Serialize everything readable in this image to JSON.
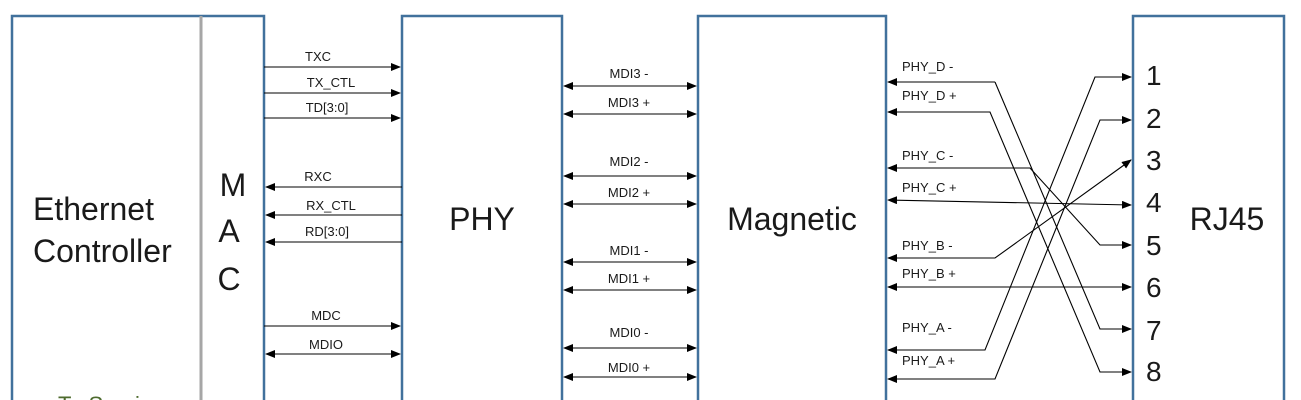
{
  "blocks": {
    "controller_line1": "Ethernet",
    "controller_line2": "Controller",
    "controller_bottom_partial": "Tx Spori",
    "mac": [
      "M",
      "A",
      "C"
    ],
    "phy": "PHY",
    "magnetic": "Magnetic",
    "rj45": "RJ45"
  },
  "mac_phy_signals": {
    "tx": [
      "TXC",
      "TX_CTL",
      "TD[3:0]"
    ],
    "rx": [
      "RXC",
      "RX_CTL",
      "RD[3:0]"
    ],
    "mgmt": [
      "MDC",
      "MDIO"
    ]
  },
  "phy_magnetic_signals": [
    "MDI3 -",
    "MDI3 +",
    "MDI2 -",
    "MDI2 +",
    "MDI1 -",
    "MDI1 +",
    "MDI0 -",
    "MDI0 +"
  ],
  "magnetic_rj45_signals": [
    "PHY_D -",
    "PHY_D +",
    "PHY_C -",
    "PHY_C +",
    "PHY_B -",
    "PHY_B +",
    "PHY_A  -",
    "PHY_A +"
  ],
  "rj45_pins": [
    "1",
    "2",
    "3",
    "4",
    "5",
    "6",
    "7",
    "8"
  ],
  "colors": {
    "block_border": "#41719C",
    "separator": "#A6A6A6",
    "partial_text": "#4E6B2E"
  }
}
